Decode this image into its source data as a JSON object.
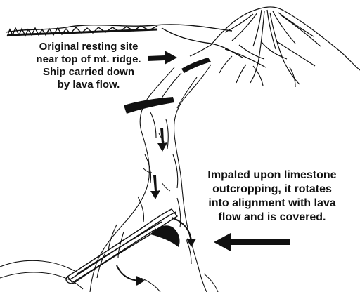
{
  "annotations": {
    "top": {
      "lines": [
        "Original resting site",
        "near top of mt. ridge.",
        "Ship carried down",
        "by lava flow."
      ]
    },
    "bottom": {
      "lines": [
        "Impaled upon limestone",
        "outcropping, it rotates",
        "into alignment with lava",
        "flow and is covered."
      ]
    }
  },
  "colors": {
    "ink": "#111111",
    "paper": "#ffffff"
  }
}
